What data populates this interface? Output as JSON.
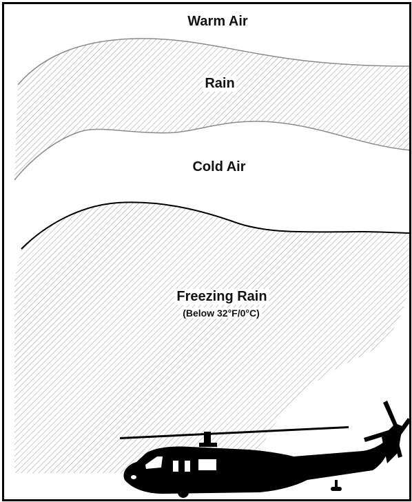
{
  "labels": {
    "warm_air": "Warm Air",
    "rain": "Rain",
    "cold_air": "Cold Air",
    "freezing_rain": "Freezing Rain",
    "freezing_rain_note": "(Below 32°F/0°C)"
  },
  "icons": {
    "aircraft": "helicopter-icon"
  },
  "colors": {
    "hatch": "#9a9a9a",
    "outline": "#000000",
    "background": "#ffffff"
  }
}
